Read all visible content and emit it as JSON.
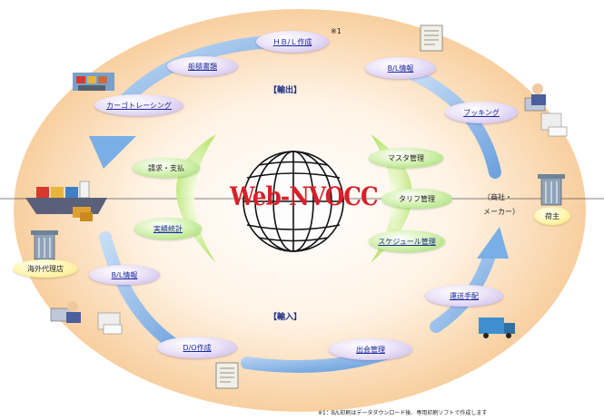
{
  "brand": "Web-NVOCC",
  "sections": {
    "export": "【輸出】",
    "import": "【輸入】"
  },
  "marker": "※1",
  "export_steps": {
    "hbl": "ＨＢ/Ｌ作成",
    "shipping_docs": "船積書類",
    "bl_info": "B/L情報",
    "cargo_tracing": "カーゴトレーシング",
    "booking": "ブッキング"
  },
  "import_steps": {
    "bl_info": "B/L情報",
    "do": "D/O作成",
    "arrival": "出会管理",
    "delivery": "運送手配"
  },
  "left_functions": [
    "請求・支払",
    "実績統計"
  ],
  "right_functions": [
    "マスタ管理",
    "タリフ管理",
    "スケジュール管理"
  ],
  "shipper_label": "荷主",
  "shipper_note": "（商社・\nメーカー）",
  "agent_label": "海外代理店",
  "footnote": "※1：B/L印刷はデータダウンロード後、専用印刷ソフトで作成します",
  "colors": {
    "ring": "#fbd9b0",
    "arrow": "#8ab7e8",
    "brand": "#d8202a"
  }
}
